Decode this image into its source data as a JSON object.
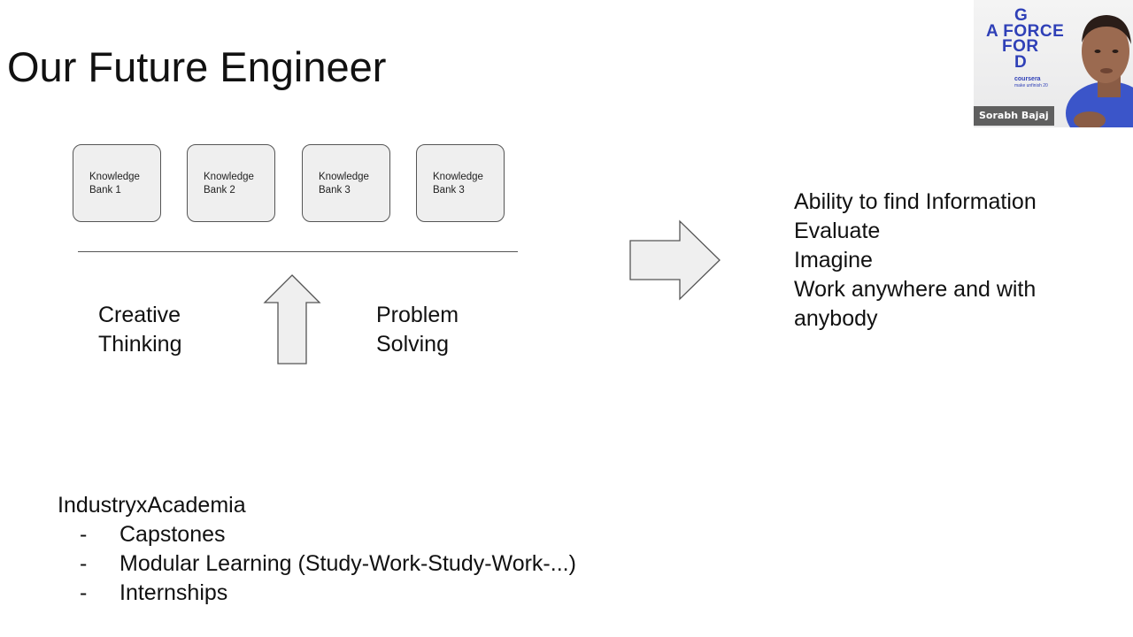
{
  "slide": {
    "title": "Our Future Engineer",
    "knowledge_banks": [
      {
        "label": "Knowledge\nBank 1"
      },
      {
        "label": "Knowledge\nBank 2"
      },
      {
        "label": "Knowledge\nBank 3"
      },
      {
        "label": "Knowledge\nBank 3"
      }
    ],
    "creative_thinking": "Creative\nThinking",
    "problem_solving": "Problem\nSolving",
    "outcomes": [
      "Ability to find Information",
      "Evaluate",
      "Imagine",
      "Work anywhere and with",
      "anybody"
    ],
    "industry": {
      "heading": "IndustryxAcademia",
      "dash": "-",
      "items": [
        "Capstones",
        "Modular Learning (Study-Work-Study-Work-...)",
        "Internships"
      ]
    }
  },
  "webcam": {
    "logo_lines": [
      "G",
      "A FORCE",
      "FOR",
      "D"
    ],
    "logo_brand": "coursera",
    "logo_tagline": "make unfinish 20",
    "speaker_name": "Sorabh Bajaj"
  },
  "colors": {
    "shape_fill": "#efefef",
    "shape_stroke": "#555555",
    "logo_blue": "#2f40b7",
    "shirt_blue": "#3b55c9"
  }
}
